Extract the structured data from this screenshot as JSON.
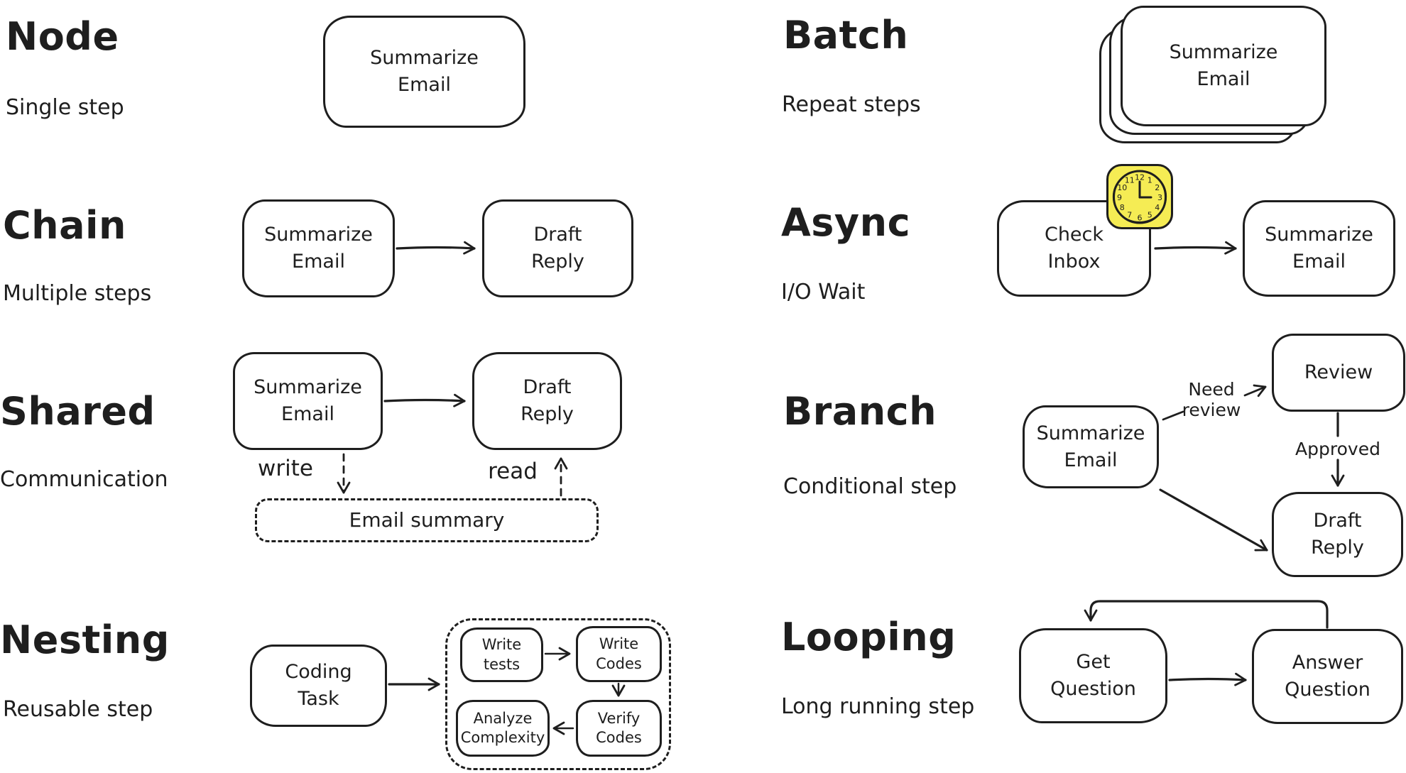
{
  "canvas": {
    "ink": "#1e1e1e",
    "background": "#ffffff"
  },
  "sections": {
    "node": {
      "title": "Node",
      "subtitle": "Single step",
      "box": "Summarize\nEmail"
    },
    "batch": {
      "title": "Batch",
      "subtitle": "Repeat steps",
      "box": "Summarize\nEmail"
    },
    "chain": {
      "title": "Chain",
      "subtitle": "Multiple steps",
      "box1": "Summarize\nEmail",
      "box2": "Draft\nReply"
    },
    "async": {
      "title": "Async",
      "subtitle": "I/O Wait",
      "box1": "Check\nInbox",
      "box2": "Summarize\nEmail",
      "clock_color": "#f5ec54",
      "clock_numbers": [
        "12",
        "1",
        "2",
        "3",
        "4",
        "5",
        "6",
        "7",
        "8",
        "9",
        "10",
        "11"
      ]
    },
    "shared": {
      "title": "Shared",
      "subtitle": "Communication",
      "box1": "Summarize\nEmail",
      "box2": "Draft\nReply",
      "write_label": "write",
      "read_label": "read",
      "store": "Email summary"
    },
    "branch": {
      "title": "Branch",
      "subtitle": "Conditional step",
      "box1": "Summarize\nEmail",
      "box2": "Review",
      "box3": "Draft\nReply",
      "edge_need": "Need\nreview",
      "edge_approved": "Approved"
    },
    "nesting": {
      "title": "Nesting",
      "subtitle": "Reusable step",
      "box": "Coding\nTask",
      "inner1": "Write\ntests",
      "inner2": "Write\nCodes",
      "inner3": "Verify\nCodes",
      "inner4": "Analyze\nComplexity"
    },
    "looping": {
      "title": "Looping",
      "subtitle": "Long running step",
      "box1": "Get\nQuestion",
      "box2": "Answer\nQuestion"
    }
  }
}
